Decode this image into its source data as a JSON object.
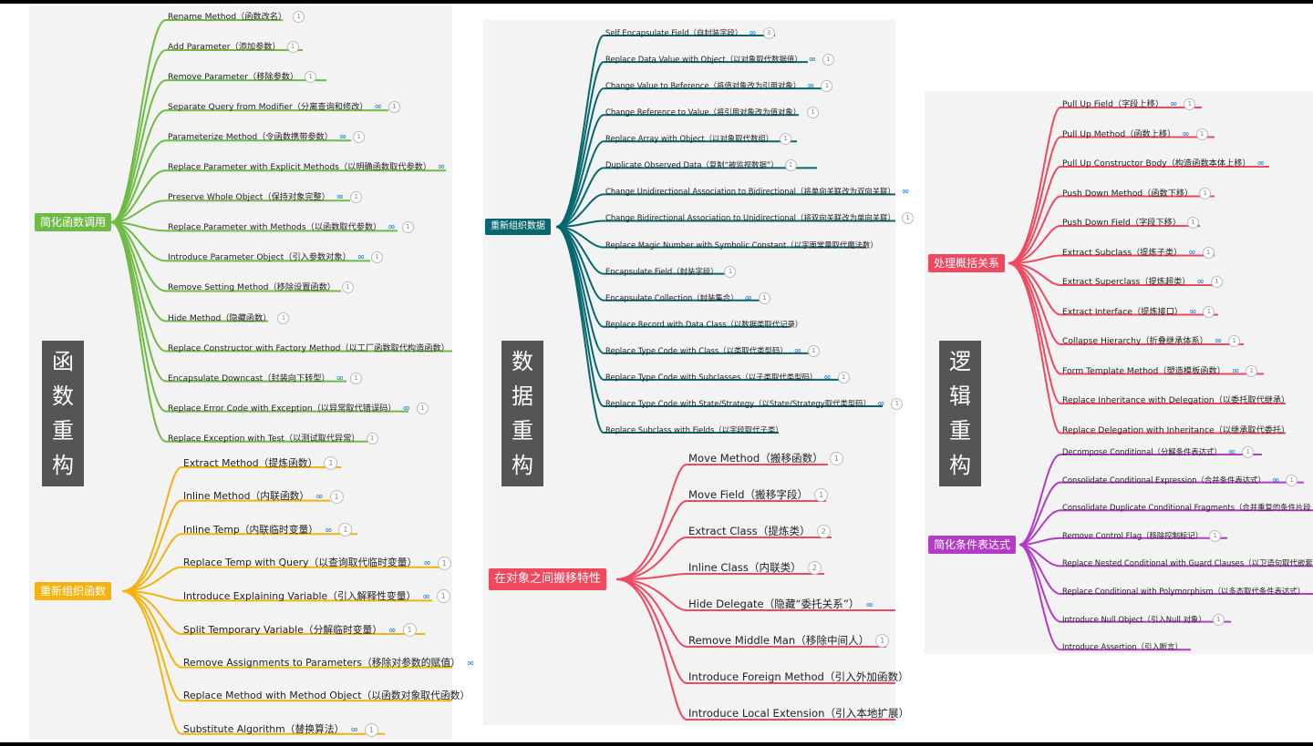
{
  "panels": [
    {
      "id": "p1",
      "title_chars": [
        "函",
        "数",
        "重",
        "构"
      ],
      "branches": [
        {
          "label": "简化函数调用",
          "color": "#6dbb45",
          "items": [
            {
              "text": "Rename Method（函数改名）",
              "link": false,
              "count": "1"
            },
            {
              "text": "Add Parameter（添加参数）",
              "link": false,
              "count": "1"
            },
            {
              "text": "Remove Parameter（移除参数）",
              "link": false,
              "count": "1"
            },
            {
              "text": "Separate Query from Modifier（分离查询和修改）",
              "link": true,
              "count": "1"
            },
            {
              "text": "Parameterize Method（令函数携带参数）",
              "link": true,
              "count": "1"
            },
            {
              "text": "Replace Parameter with Explicit Methods（以明确函数取代参数）",
              "link": true,
              "count": ""
            },
            {
              "text": "Preserve Whole Object（保持对象完整）",
              "link": true,
              "count": "1"
            },
            {
              "text": "Replace Parameter with Methods（以函数取代参数）",
              "link": true,
              "count": "1"
            },
            {
              "text": "Introduce Parameter Object（引入参数对象）",
              "link": true,
              "count": "1"
            },
            {
              "text": "Remove Setting Method（移除设置函数）",
              "link": false,
              "count": "1"
            },
            {
              "text": "Hide Method（隐藏函数）",
              "link": false,
              "count": "1"
            },
            {
              "text": "Replace Constructor with Factory Method（以工厂函数取代构造函数）",
              "link": false,
              "count": ""
            },
            {
              "text": "Encapsulate Downcast（封装向下转型）",
              "link": true,
              "count": "1"
            },
            {
              "text": "Replace Error Code with Exception（以异常取代错误码）",
              "link": true,
              "count": "1"
            },
            {
              "text": "Replace Exception with Test（以测试取代异常）",
              "link": false,
              "count": "1"
            }
          ]
        },
        {
          "label": "重新组织函数",
          "color": "#f5b20f",
          "items": [
            {
              "text": "Extract Method（提炼函数）",
              "link": false,
              "count": "1"
            },
            {
              "text": "Inline Method（内联函数）",
              "link": true,
              "count": "1"
            },
            {
              "text": "Inline Temp（内联临时变量）",
              "link": true,
              "count": "1"
            },
            {
              "text": "Replace Temp with Query（以查询取代临时变量）",
              "link": true,
              "count": "1"
            },
            {
              "text": "Introduce Explaining Variable（引入解释性变量）",
              "link": true,
              "count": "1"
            },
            {
              "text": "Split Temporary Variable（分解临时变量）",
              "link": true,
              "count": "1"
            },
            {
              "text": "Remove Assignments to Parameters（移除对参数的赋值）",
              "link": true,
              "count": ""
            },
            {
              "text": "Replace Method with Method Object（以函数对象取代函数）",
              "link": false,
              "count": ""
            },
            {
              "text": "Substitute Algorithm（替换算法）",
              "link": true,
              "count": "1"
            }
          ]
        }
      ]
    },
    {
      "id": "p2",
      "title_chars": [
        "数",
        "据",
        "重",
        "构"
      ],
      "branches": [
        {
          "label": "重新组织数据",
          "color": "#06676e",
          "items": [
            {
              "text": "Self Encapsulate Field（自封装字段）",
              "link": true,
              "count": "3"
            },
            {
              "text": "Replace Data Value with Object（以对象取代数据值）",
              "link": true,
              "count": "1"
            },
            {
              "text": "Change Value to Reference（将值对象改为引用对象）",
              "link": true,
              "count": "1"
            },
            {
              "text": "Change Reference to Value（将引用对象改为值对象）",
              "link": false,
              "count": "1"
            },
            {
              "text": "Replace Array with Object（以对象取代数组）",
              "link": false,
              "count": "1"
            },
            {
              "text": "Duplicate Observed Data（复制“被监视数据”）",
              "link": false,
              "count": "1"
            },
            {
              "text": "Change Unidirectional Association to Bidirectional（将单向关联改为双向关联）",
              "link": true,
              "count": ""
            },
            {
              "text": "Change Bidirectional Association to Unidirectional（将双向关联改为单向关联）",
              "link": false,
              "count": "1"
            },
            {
              "text": "Replace Magic Number with Symbolic Constant（以字面常量取代魔法数）",
              "link": false,
              "count": ""
            },
            {
              "text": "Encapsulate Field（封装字段）",
              "link": false,
              "count": "1"
            },
            {
              "text": "Encapsulate Collection（封装集合）",
              "link": true,
              "count": "1"
            },
            {
              "text": "Replace Record with Data Class（以数据类取代记录）",
              "link": false,
              "count": ""
            },
            {
              "text": "Replace Type Code with Class（以类取代类型码）",
              "link": true,
              "count": "1"
            },
            {
              "text": "Replace Type Code with Subclasses（以子类取代类型码）",
              "link": true,
              "count": "1"
            },
            {
              "text": "Replace Type Code with State/Strategy（以State/Strategy取代类型码）",
              "link": true,
              "count": "1"
            },
            {
              "text": "Replace Subclass with Fields（以字段取代子类）",
              "link": false,
              "count": ""
            }
          ]
        },
        {
          "label": "在对象之间搬移特性",
          "color": "#f0485f",
          "items": [
            {
              "text": "Move Method（搬移函数）",
              "link": false,
              "count": "1"
            },
            {
              "text": "Move Field（搬移字段）",
              "link": false,
              "count": "1"
            },
            {
              "text": "Extract Class（提炼类）",
              "link": false,
              "count": "2"
            },
            {
              "text": "Inline Class（内联类）",
              "link": false,
              "count": "2"
            },
            {
              "text": "Hide Delegate（隐藏“委托关系”）",
              "link": true,
              "count": ""
            },
            {
              "text": "Remove Middle Man（移除中间人）",
              "link": false,
              "count": "1"
            },
            {
              "text": "Introduce Foreign Method（引入外加函数）",
              "link": false,
              "count": ""
            },
            {
              "text": "Introduce Local Extension（引入本地扩展）",
              "link": false,
              "count": ""
            }
          ]
        }
      ]
    },
    {
      "id": "p3",
      "title_chars": [
        "逻",
        "辑",
        "重",
        "构"
      ],
      "branches": [
        {
          "label": "处理概括关系",
          "color": "#f0485f",
          "items": [
            {
              "text": "Pull Up Field（字段上移）",
              "link": true,
              "count": "1"
            },
            {
              "text": "Pull Up Method（函数上移）",
              "link": true,
              "count": "1"
            },
            {
              "text": "Pull Up Constructor Body（构造函数本体上移）",
              "link": true,
              "count": ""
            },
            {
              "text": "Push Down Method（函数下移）",
              "link": false,
              "count": "1"
            },
            {
              "text": "Push Down Field（字段下移）",
              "link": false,
              "count": "1"
            },
            {
              "text": "Extract Subclass（提炼子类）",
              "link": true,
              "count": "1"
            },
            {
              "text": "Extract Superclass（提炼超类）",
              "link": true,
              "count": "1"
            },
            {
              "text": "Extract Interface（提炼接口）",
              "link": true,
              "count": "1"
            },
            {
              "text": "Collapse Hierarchy（折叠继承体系）",
              "link": true,
              "count": "1"
            },
            {
              "text": "Form Template Method（塑造模板函数）",
              "link": true,
              "count": "1"
            },
            {
              "text": "Replace Inheritance with Delegation（以委托取代继承）",
              "link": false,
              "count": ""
            },
            {
              "text": "Replace Delegation with Inheritance（以继承取代委托）",
              "link": false,
              "count": ""
            }
          ]
        },
        {
          "label": "简化条件表达式",
          "color": "#b33bc6",
          "items": [
            {
              "text": "Decompose Conditional（分解条件表达式）",
              "link": true,
              "count": "1"
            },
            {
              "text": "Consolidate Conditional Expression（合并条件表达式）",
              "link": true,
              "count": "1"
            },
            {
              "text": "Consolidate Duplicate Conditional Fragments（合并重复的条件片段",
              "link": false,
              "count": ""
            },
            {
              "text": "Remove Control Flag（移除控制标记）",
              "link": false,
              "count": "1"
            },
            {
              "text": "Replace Nested Conditional with Guard Clauses（以卫语句取代嵌套",
              "link": false,
              "count": ""
            },
            {
              "text": "Replace Conditional with Polymorphism（以多态取代条件表达式）",
              "link": false,
              "count": ""
            },
            {
              "text": "Introduce Null Object（引入Null 对象）",
              "link": false,
              "count": "1"
            },
            {
              "text": "Introduce Assertion（引入断言）",
              "link": false,
              "count": ""
            }
          ]
        }
      ]
    }
  ]
}
